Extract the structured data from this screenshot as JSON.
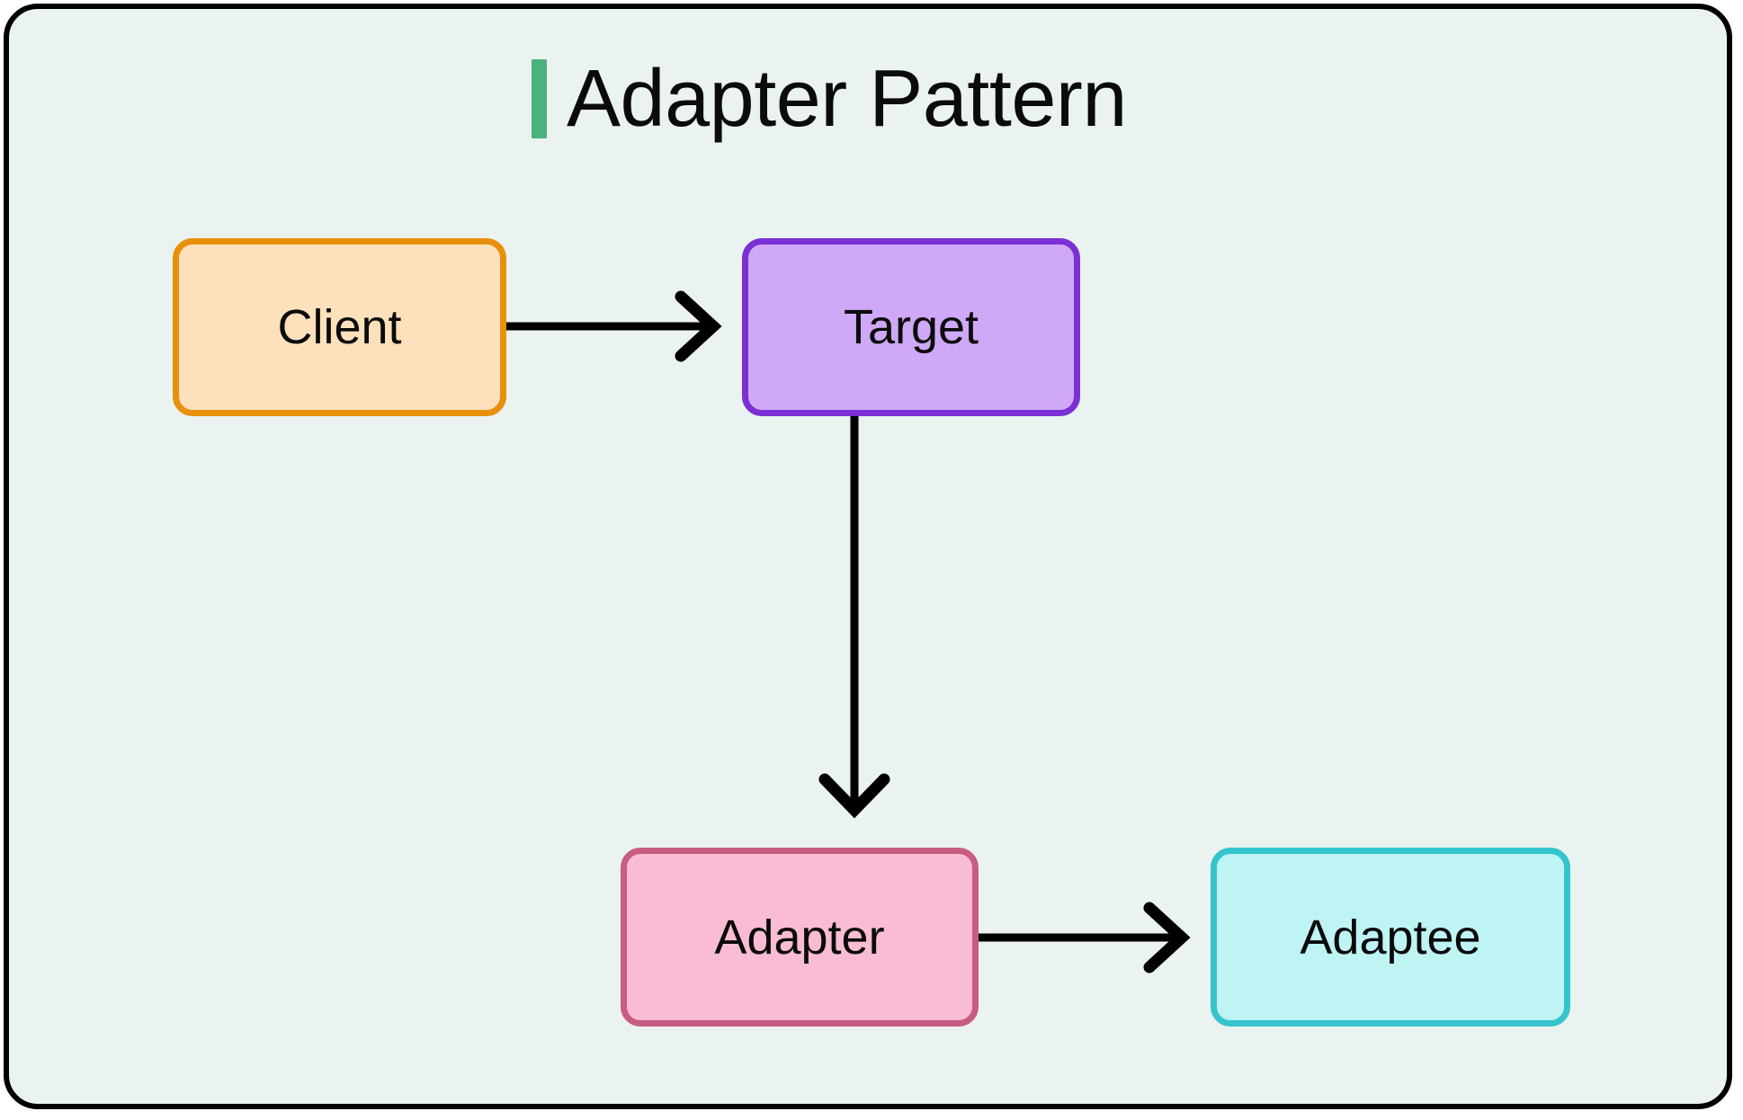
{
  "diagram": {
    "title": "Adapter Pattern",
    "background_color": "#EAF3F0",
    "frame_border_color": "#000000",
    "accent_color": "#4CB17C",
    "nodes": [
      {
        "id": "client",
        "label": "Client",
        "fill": "#FDE0BC",
        "border": "#E8900C"
      },
      {
        "id": "target",
        "label": "Target",
        "fill": "#CFA8F7",
        "border": "#7B2FD4"
      },
      {
        "id": "adapter",
        "label": "Adapter",
        "fill": "#F9BCD4",
        "border": "#C85C82"
      },
      {
        "id": "adaptee",
        "label": "Adaptee",
        "fill": "#BFF4F4",
        "border": "#35C4CC"
      }
    ],
    "edges": [
      {
        "id": "client-to-target",
        "from": "Client",
        "to": "Target",
        "direction": "right",
        "color": "#000000"
      },
      {
        "id": "target-to-adapter",
        "from": "Target",
        "to": "Adapter",
        "direction": "down",
        "color": "#000000"
      },
      {
        "id": "adapter-to-adaptee",
        "from": "Adapter",
        "to": "Adaptee",
        "direction": "right",
        "color": "#000000"
      }
    ]
  }
}
